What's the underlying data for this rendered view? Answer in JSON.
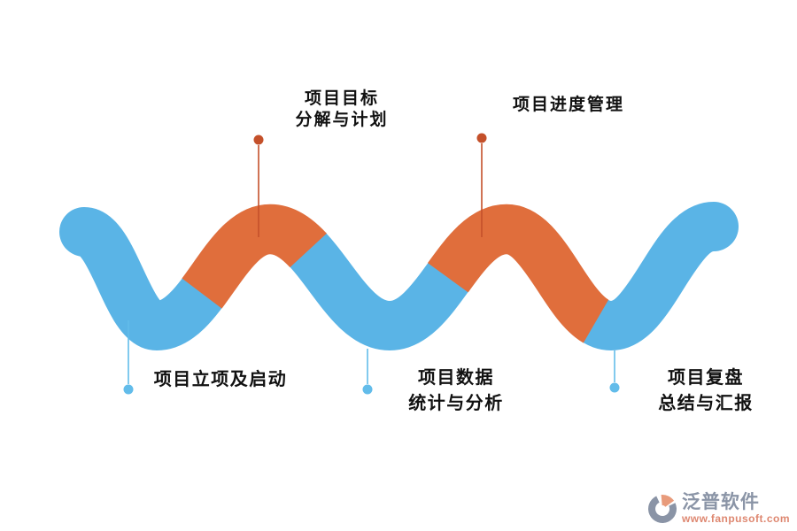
{
  "diagram": {
    "type": "snake-process-timeline",
    "steps": {
      "start": {
        "line1": "项目立项及启动",
        "line2": "",
        "row": "bottom",
        "order": 1
      },
      "plan": {
        "line1": "项目目标",
        "line2": "分解与计划",
        "row": "top",
        "order": 2
      },
      "data": {
        "line1": "项目数据",
        "line2": "统计与分析",
        "row": "bottom",
        "order": 3
      },
      "progress": {
        "line1": "项目进度管理",
        "line2": "",
        "row": "top",
        "order": 4
      },
      "review": {
        "line1": "项目复盘",
        "line2": "总结与汇报",
        "row": "bottom",
        "order": 5
      }
    }
  },
  "colors": {
    "wave_blue": "#5AB4E6",
    "wave_orange": "#E06E3C",
    "marker_red": "#C4502A",
    "marker_blue": "#62BCEA",
    "text": "#111111",
    "logo_gray": "#8A94A6",
    "logo_salmon": "#E89B7B",
    "logo_url_pink": "#DE8770"
  },
  "watermark": {
    "brand": "泛普软件",
    "url": "www.fanpusoft.com"
  }
}
